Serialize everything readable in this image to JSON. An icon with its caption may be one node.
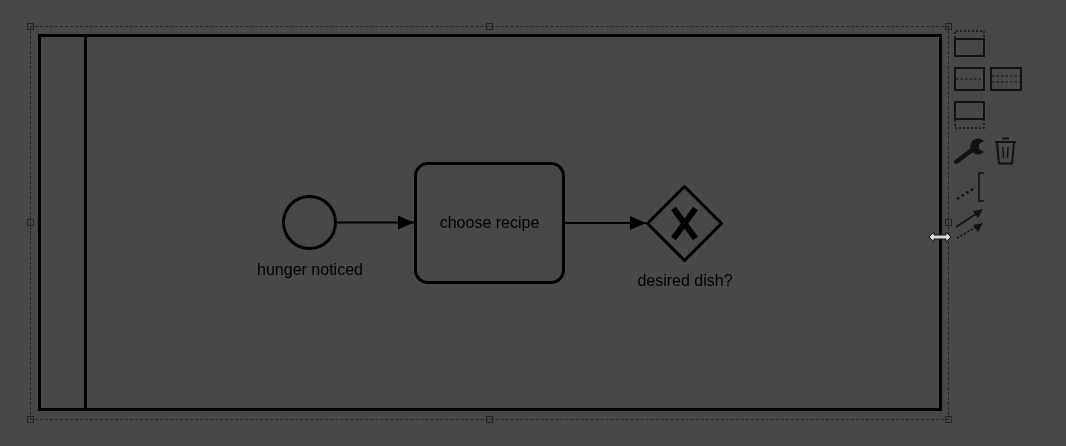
{
  "diagram": {
    "nodes": [
      {
        "text": [],
        "shape": "box"
      },
      {
        "text": [],
        "shape": "circle",
        "in": 0,
        "beside": [
          "hunger noticed"
        ]
      },
      {
        "text": [
          "choose recipe"
        ],
        "in": 0
      },
      {
        "text": [],
        "shape": "diamond",
        "in": 0,
        "beside": [
          "desired dish?"
        ]
      }
    ],
    "edges": [
      {
        "from": 1,
        "to": 2,
        "arrow": "to"
      },
      {
        "from": 2,
        "to": 3,
        "arrow": "to"
      }
    ]
  }
}
